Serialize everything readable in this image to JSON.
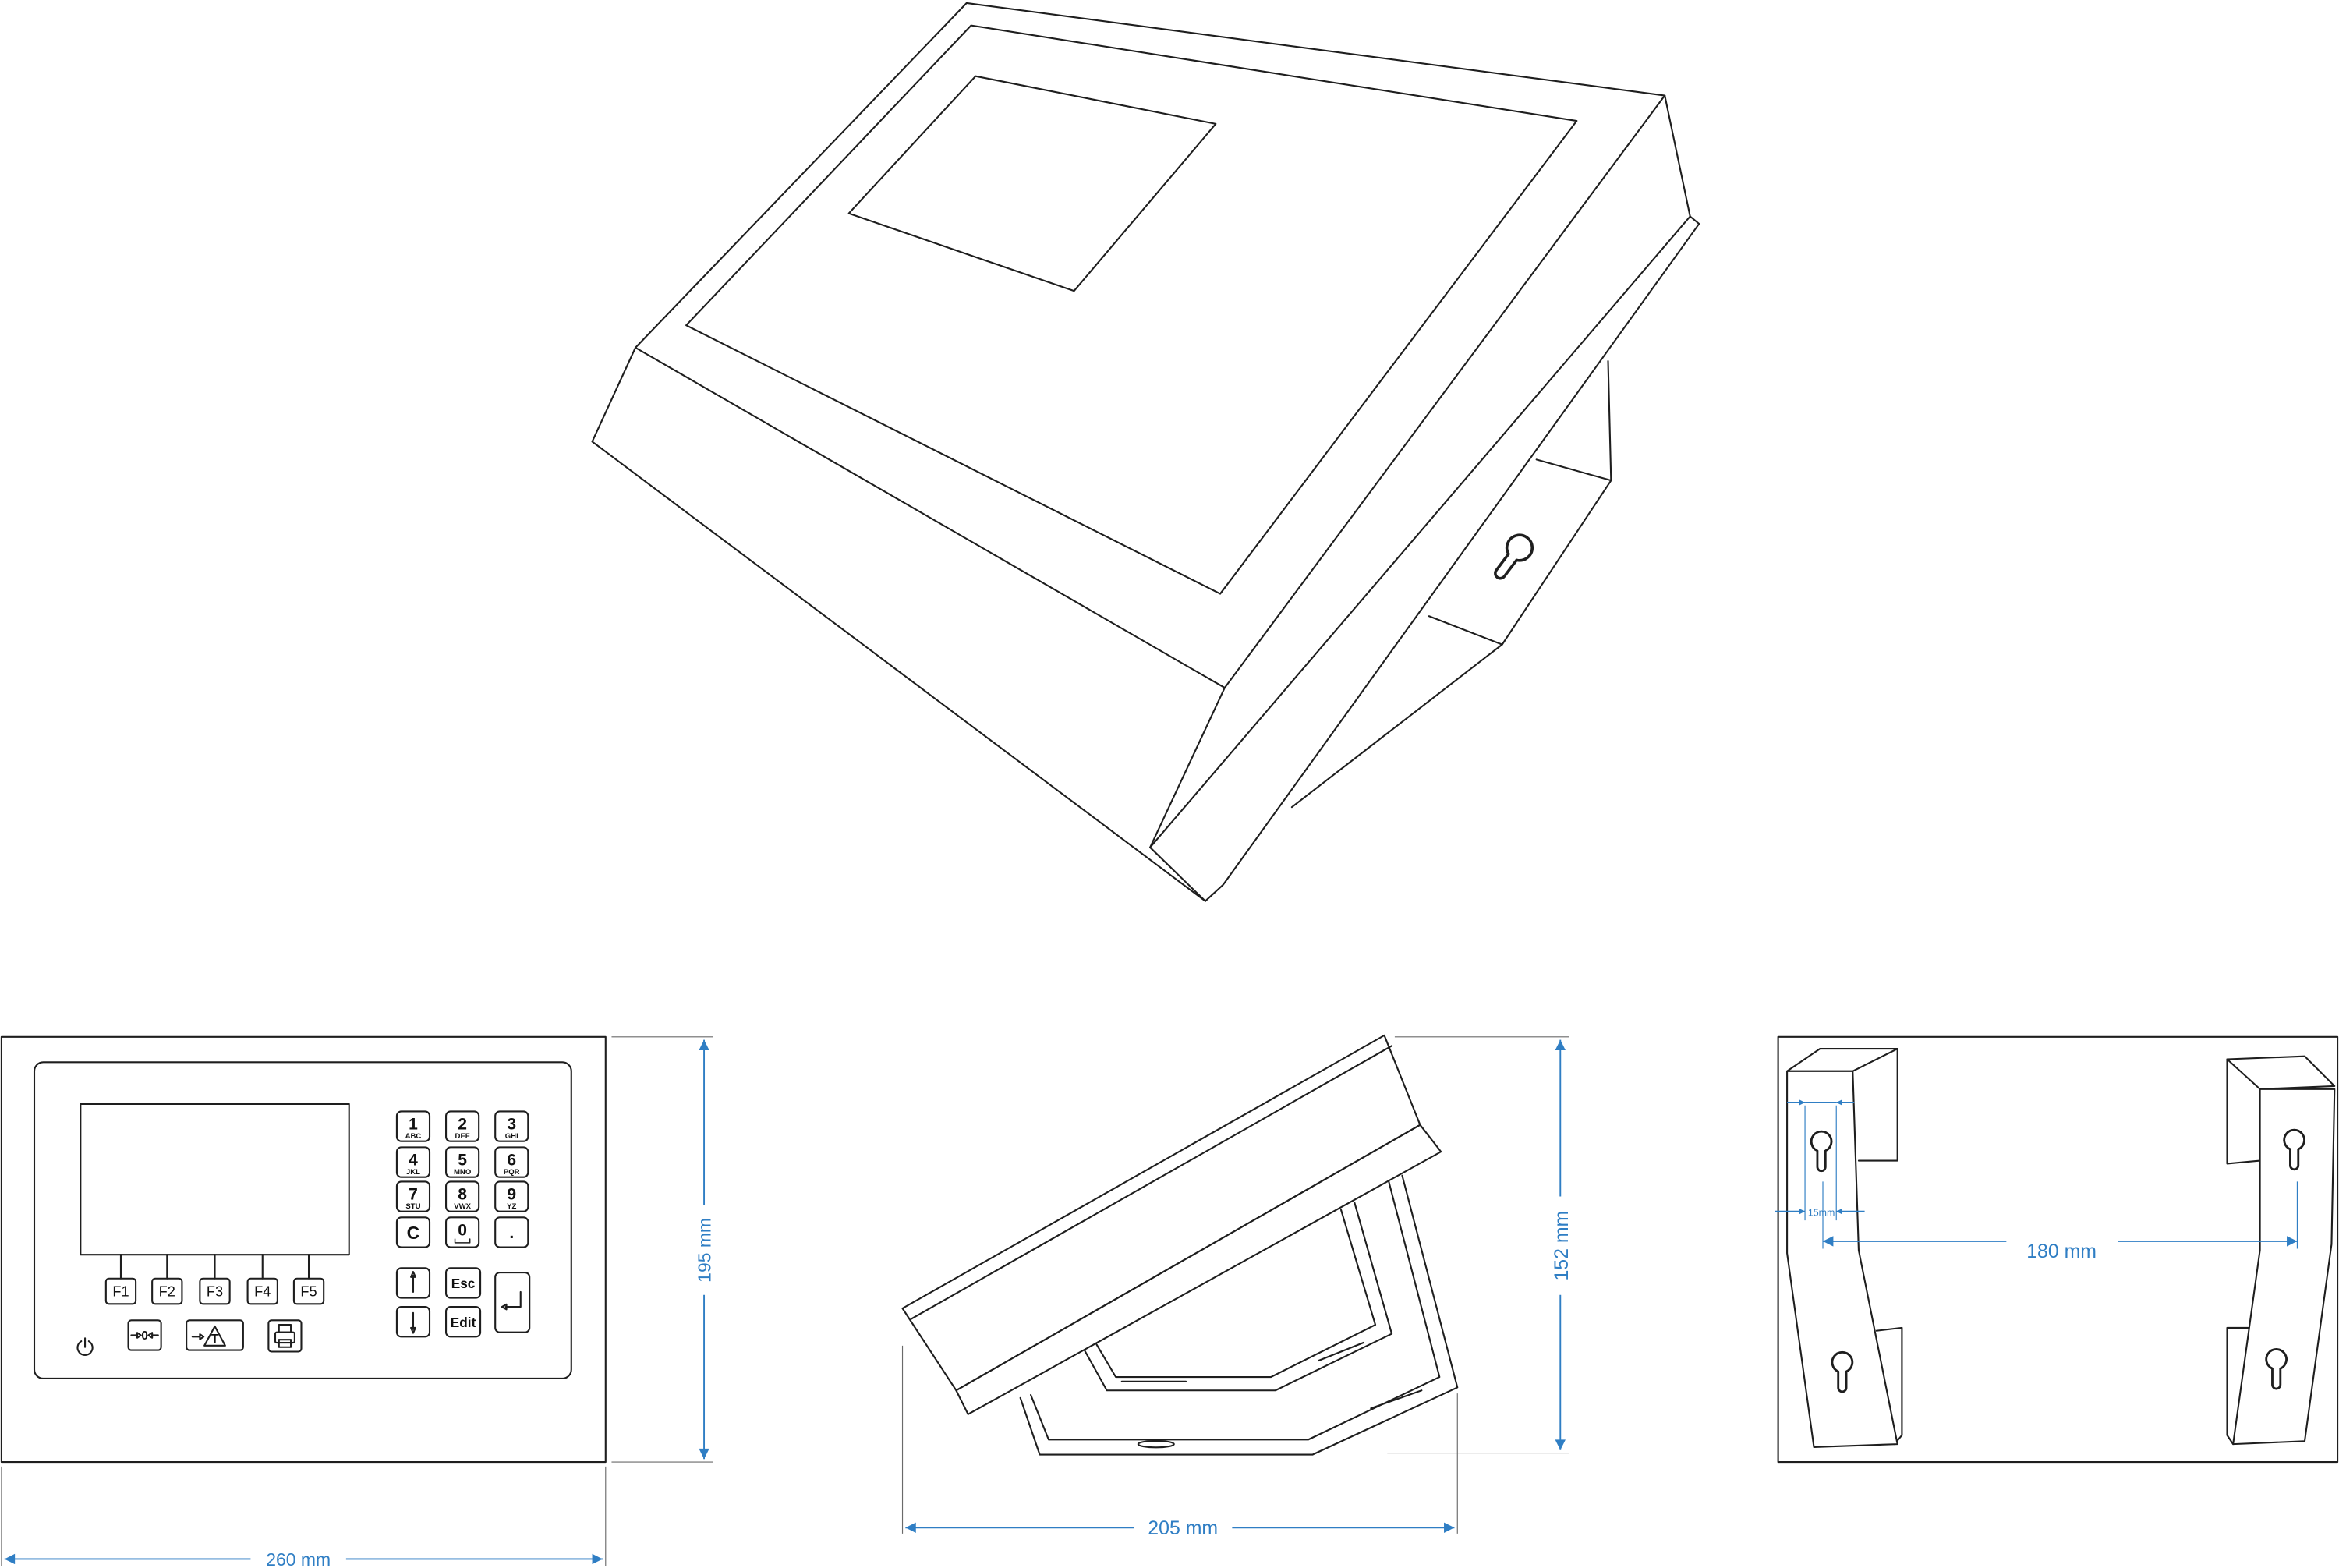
{
  "colors": {
    "line": "#1e1e1e",
    "dimension": "#2f7ec4",
    "power": "#d4302a",
    "background": "#ffffff"
  },
  "dimensions": {
    "front_width": "260 mm",
    "front_height": "195 mm",
    "side_depth": "205 mm",
    "side_height": "152 mm",
    "bracket_spacing": "180 mm",
    "keyhole_width": "15mm"
  },
  "front_panel": {
    "function_keys": [
      "F1",
      "F2",
      "F3",
      "F4",
      "F5"
    ],
    "keypad": [
      {
        "main": "1",
        "sub": "ABC"
      },
      {
        "main": "2",
        "sub": "DEF"
      },
      {
        "main": "3",
        "sub": "GHI"
      },
      {
        "main": "4",
        "sub": "JKL"
      },
      {
        "main": "5",
        "sub": "MNO"
      },
      {
        "main": "6",
        "sub": "PQR"
      },
      {
        "main": "7",
        "sub": "STU"
      },
      {
        "main": "8",
        "sub": "VWX"
      },
      {
        "main": "9",
        "sub": "YZ"
      },
      {
        "main": "C"
      },
      {
        "main": "0"
      },
      {
        "main": "."
      }
    ],
    "zero_key": "0",
    "tare_key": "T",
    "esc_key": "Esc",
    "edit_key": "Edit"
  },
  "icons": [
    "power-icon",
    "zero-icon",
    "tare-icon",
    "print-icon",
    "up-arrow-icon",
    "down-arrow-icon",
    "enter-icon",
    "space-icon",
    "keyhole-icon"
  ]
}
